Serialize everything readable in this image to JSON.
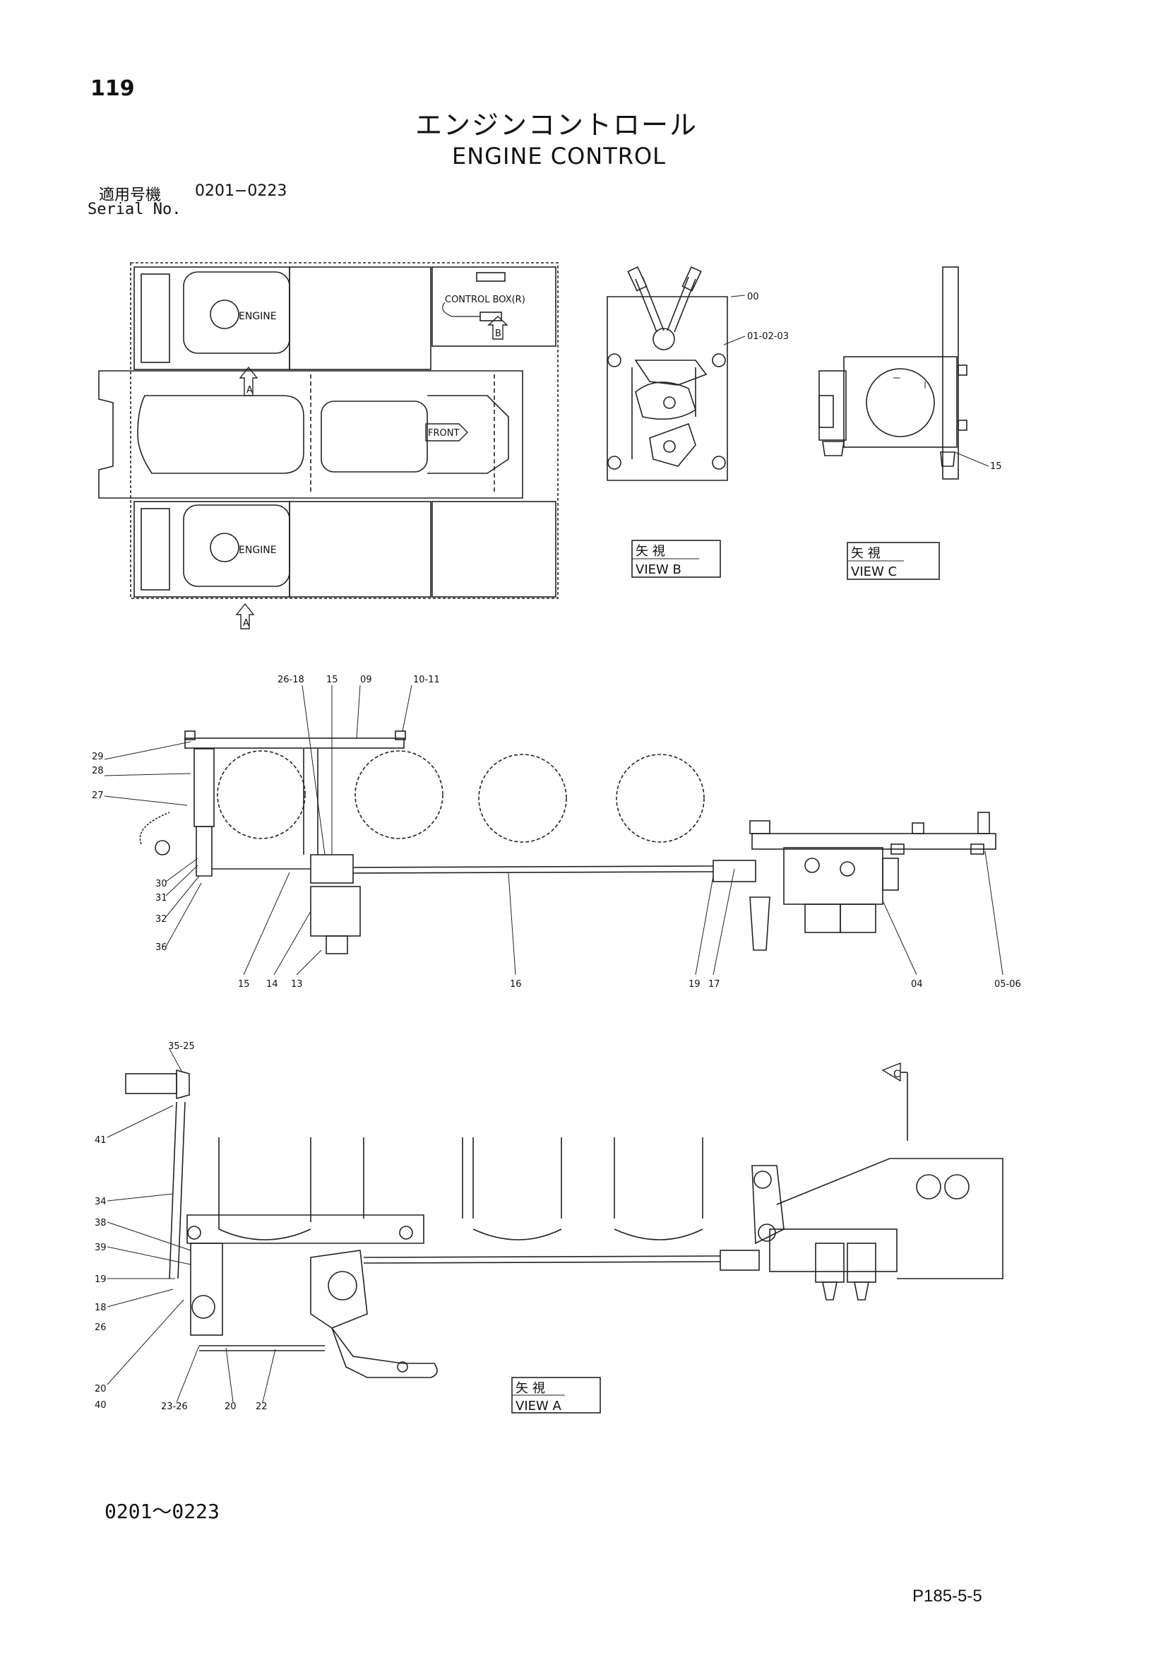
{
  "header": {
    "page_number": "119",
    "title_jp": "エンジンコントロール",
    "title_en": "ENGINE CONTROL",
    "serial_label_jp": "適用号機",
    "serial_range": "0201−0223",
    "serial_label_en": "Serial No."
  },
  "overview": {
    "engine_label": "ENGINE",
    "control_box_label": "CONTROL BOX(R)",
    "front_label": "FRONT",
    "arrow_a": "A",
    "arrow_b": "B"
  },
  "view_b": {
    "caption_jp": "矢 視",
    "caption_en": "VIEW B",
    "callouts": [
      "00",
      "01-02-03"
    ]
  },
  "view_c": {
    "caption_jp": "矢 視",
    "caption_en": "VIEW C",
    "callouts": [
      "15"
    ]
  },
  "main_view": {
    "callouts": [
      "26-18",
      "15",
      "09",
      "10-11",
      "29",
      "28",
      "27",
      "30",
      "31",
      "32",
      "36",
      "15",
      "14",
      "13",
      "16",
      "19",
      "17",
      "04",
      "05-06"
    ]
  },
  "view_a": {
    "caption_jp": "矢 視",
    "caption_en": "VIEW A",
    "marker_c": "C",
    "callouts": [
      "35-25",
      "41",
      "34",
      "38",
      "39",
      "19",
      "18",
      "26",
      "20",
      "40",
      "23-26",
      "20",
      "22"
    ]
  },
  "footer": {
    "serial_range": "0201～0223",
    "page_code": "P185-5-5"
  }
}
